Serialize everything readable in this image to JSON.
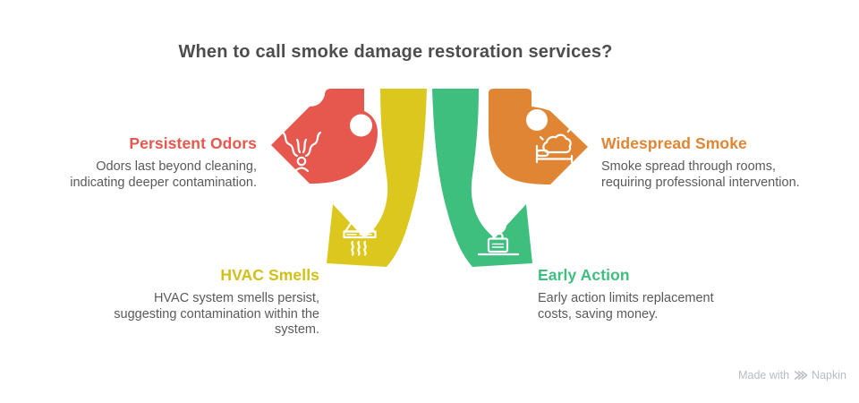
{
  "title": "When to call smoke damage restoration services?",
  "items": [
    {
      "id": "persistent-odors",
      "label": "Persistent Odors",
      "description": "Odors last beyond cleaning, indicating deeper contamination.",
      "color": "#E6574E",
      "icon": "odor-person-icon",
      "arrow_direction": "left"
    },
    {
      "id": "widespread-smoke",
      "label": "Widespread Smoke",
      "description": "Smoke spread through rooms, requiring professional intervention.",
      "color": "#DF8533",
      "icon": "smoke-bed-icon",
      "arrow_direction": "right"
    },
    {
      "id": "hvac-smells",
      "label": "HVAC Smells",
      "description": "HVAC system smells persist, suggesting contamination within the system.",
      "color": "#DBC71D",
      "icon": "range-hood-icon",
      "arrow_direction": "down-left"
    },
    {
      "id": "early-action",
      "label": "Early Action",
      "description": "Early action limits replacement costs, saving money.",
      "color": "#3EBF7E",
      "icon": "briefcase-clock-icon",
      "arrow_direction": "down-right"
    }
  ],
  "watermark": {
    "prefix": "Made with",
    "brand": "Napkin"
  },
  "colors": {
    "red": "#E6574E",
    "orange": "#DF8533",
    "yellow": "#DBC71D",
    "green": "#3EBF7E",
    "title_text": "#4D4D4D",
    "body_text": "#5A5A5A",
    "watermark_text": "#B7BCC3",
    "background": "#FFFFFF"
  }
}
